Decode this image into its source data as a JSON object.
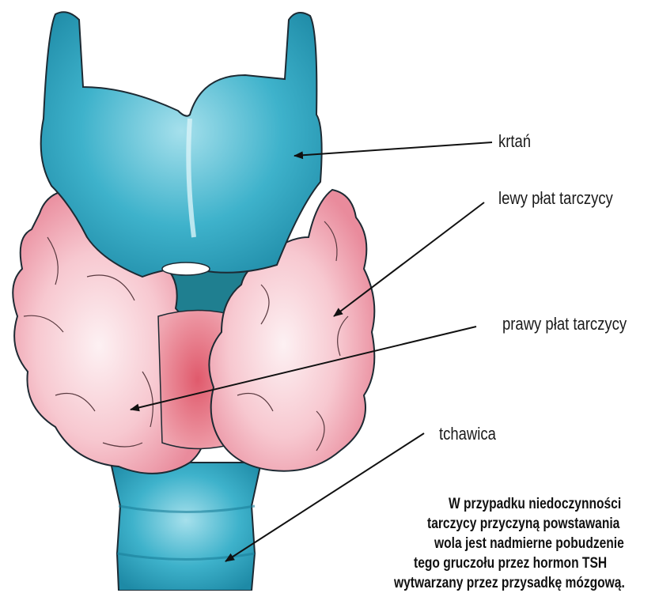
{
  "labels": {
    "larynx": "krtań",
    "left_lobe": "lewy płat tarczycy",
    "right_lobe": "prawy płat tarczycy",
    "trachea": "tchawica"
  },
  "caption_lines": [
    "W przypadku niedoczynności",
    "tarczycy przyczyną powstawania",
    "wola jest nadmierne pobudzenie",
    "tego gruczołu przez hormon TSH",
    "wytwarzany przez przysadkę mózgową."
  ],
  "colors": {
    "larynx": "#3aa9c4",
    "thyroid": "#f2b3bd",
    "isthmus": "#e0707f",
    "outline": "#1d2a33"
  }
}
